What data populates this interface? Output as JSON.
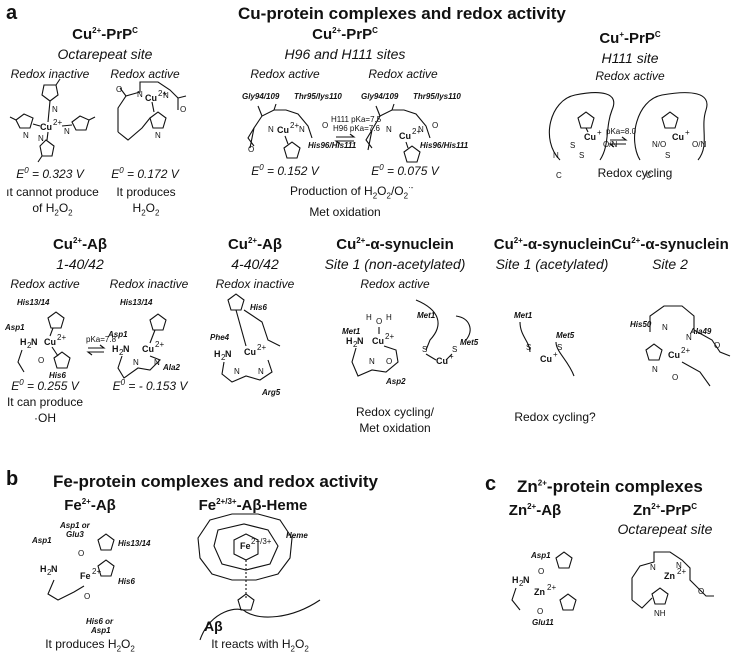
{
  "section_a": {
    "letter": "a",
    "title": "Cu-protein complexes and redox activity",
    "octarepeat": {
      "title_main": "Cu",
      "title_sup": "2+",
      "title_rest": "-PrP",
      "title_sup2": "C",
      "subtitle": "Octarepeat site",
      "left_state": "Redox inactive",
      "right_state": "Redox active",
      "left_pot_pre": "E",
      "left_pot_sup": "0",
      "left_pot_val": " = 0.323 V",
      "right_pot_pre": "E",
      "right_pot_sup": "0",
      "right_pot_val": " = 0.172 V",
      "left_note_1": "ıt cannot produce",
      "left_note_2a": "of H",
      "left_note_2sub": "2",
      "left_note_2b": "O",
      "left_note_2sub2": "2",
      "right_note_1": "It produces",
      "right_note_2a": "H",
      "right_note_2sub": "2",
      "right_note_2b": "O",
      "right_note_2sub2": "2"
    },
    "h96": {
      "title_main": "Cu",
      "title_sup": "2+",
      "title_rest": "-PrP",
      "title_sup2": "C",
      "subtitle": "H96 and H111 sites",
      "left_state": "Redox active",
      "right_state": "Redox active",
      "pka_1": "H111 pKa=7.5",
      "pka_2": "H96 pKa=7.6",
      "gly": "Gly94/109",
      "thr": "Thr95/lys110",
      "his": "His96/His111",
      "left_pot_pre": "E",
      "left_pot_sup": "0",
      "left_pot_val": " = 0.152 V",
      "right_pot_pre": "E",
      "right_pot_sup": "0",
      "right_pot_val": " = 0.075 V",
      "note_1a": "Production of H",
      "note_1sub": "2",
      "note_1b": "O",
      "note_1sub2": "2",
      "note_1c": "/O",
      "note_1sub3": "2",
      "note_1sup": "·-",
      "note_2": "Met oxidation"
    },
    "h111": {
      "title_main": "Cu",
      "title_sup": "+",
      "title_rest": "-PrP",
      "title_sup2": "C",
      "subtitle": "H111 site",
      "state": "Redox active",
      "pka": "pKa=8.0",
      "note": "Redox cycling"
    },
    "abeta1": {
      "title_main": "Cu",
      "title_sup": "2+",
      "title_rest": "-Aβ",
      "subtitle": "1-40/42",
      "left_state": "Redox active",
      "right_state": "Redox inactive",
      "pka": "pKa=7.8",
      "his1314": "His13/14",
      "asp1": "Asp1",
      "his6": "His6",
      "ala2": "Ala2",
      "left_pot_pre": "E",
      "left_pot_sup": "0",
      "left_pot_val": " = 0.255 V",
      "right_pot_pre": "E",
      "right_pot_sup": "0",
      "right_pot_val": " = - 0.153 V",
      "note_1": "It can produce",
      "note_2": "·OH"
    },
    "abeta4": {
      "title_main": "Cu",
      "title_sup": "2+",
      "title_rest": "-Aβ",
      "subtitle": "4-40/42",
      "state": "Redox inactive",
      "his6": "His6",
      "phe4": "Phe4",
      "arg5": "Arg5"
    },
    "syn1": {
      "title_main": "Cu",
      "title_sup": "2+",
      "title_rest": "-α-synuclein",
      "subtitle": "Site 1 (non-acetylated)",
      "state": "Redox active",
      "met1": "Met1",
      "met5": "Met5",
      "asp2": "Asp2",
      "note_1": "Redox cycling/",
      "note_2": "Met oxidation"
    },
    "syn2": {
      "title_main": "Cu",
      "title_sup": "2+",
      "title_rest": "-α-synuclein",
      "subtitle": "Site 1 (acetylated)",
      "met1": "Met1",
      "met5": "Met5",
      "note": "Redox cycling?"
    },
    "syn3": {
      "title_main": "Cu",
      "title_sup": "2+",
      "title_rest": "-α-synuclein",
      "subtitle": "Site 2",
      "his50": "His50",
      "ala49": "Ala49"
    }
  },
  "section_b": {
    "letter": "b",
    "title": "Fe-protein complexes and redox activity",
    "fe_abeta": {
      "title_main": "Fe",
      "title_sup": "2+",
      "title_rest": "-Aβ",
      "asp_glu": "Asp1 or",
      "glu3": "Glu3",
      "asp1": "Asp1",
      "his1314": "His13/14",
      "his6": "His6",
      "his6asp": "His6 or",
      "asp1b": "Asp1",
      "note_a": "It produces H",
      "note_sub": "2",
      "note_b": "O",
      "note_sub2": "2"
    },
    "fe_heme": {
      "title_main": "Fe",
      "title_sup": "2+/3+",
      "title_rest": "-Aβ-Heme",
      "heme": "Heme",
      "abeta": "Aβ",
      "note_a": "It reacts with H",
      "note_sub": "2",
      "note_b": "O",
      "note_sub2": "2"
    }
  },
  "section_c": {
    "letter": "c",
    "title_main": "Zn",
    "title_sup": "2+",
    "title_rest": "-protein complexes",
    "zn_abeta": {
      "title_main": "Zn",
      "title_sup": "2+",
      "title_rest": "-Aβ",
      "asp1": "Asp1",
      "glu11": "Glu11"
    },
    "zn_prp": {
      "title_main": "Zn",
      "title_sup": "2+",
      "title_rest": "-PrP",
      "title_sup2": "C",
      "subtitle": "Octarepeat site"
    }
  }
}
